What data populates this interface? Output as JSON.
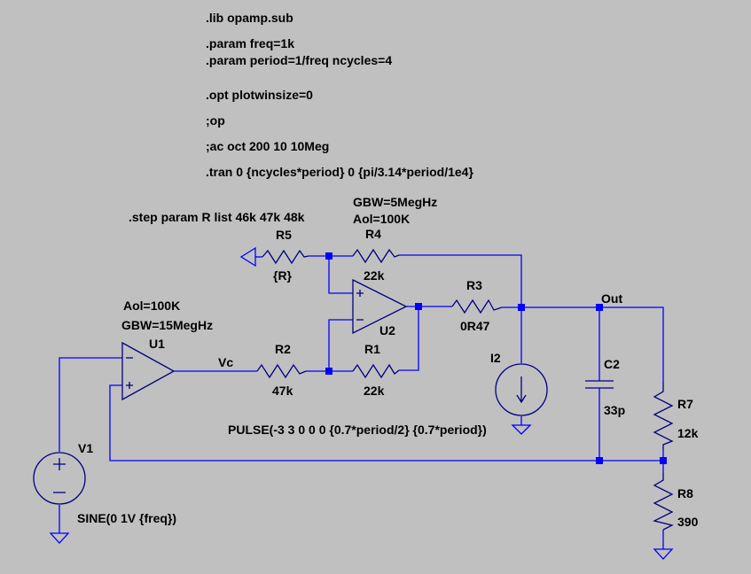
{
  "directives": {
    "lib": ".lib opamp.sub",
    "param_freq": ".param freq=1k",
    "param_period": ".param period=1/freq  ncycles=4",
    "opt": ".opt plotwinsize=0",
    "op": ";op",
    "ac": ";ac oct 200 10 10Meg",
    "tran": ".tran 0 {ncycles*period} 0 {pi/3.14*period/1e4}",
    "step": ".step param R list 46k 47k 48k"
  },
  "u1": {
    "name": "U1",
    "aol": "Aol=100K",
    "gbw": "GBW=15MegHz"
  },
  "u2": {
    "name": "U2",
    "gbw": "GBW=5MegHz",
    "aol": "Aol=100K"
  },
  "r5": {
    "name": "R5",
    "value": "{R}"
  },
  "r4": {
    "name": "R4",
    "value": "22k"
  },
  "r3": {
    "name": "R3",
    "value": "0R47"
  },
  "r2": {
    "name": "R2",
    "value": "47k"
  },
  "r1": {
    "name": "R1",
    "value": "22k"
  },
  "r7": {
    "name": "R7",
    "value": "12k"
  },
  "r8": {
    "name": "R8",
    "value": "390"
  },
  "c2": {
    "name": "C2",
    "value": "33p"
  },
  "i2": {
    "name": "I2",
    "value": "PULSE(-3 3 0 0 0 {0.7*period/2} {0.7*period})"
  },
  "v1": {
    "name": "V1",
    "value": "SINE(0 1V {freq})"
  },
  "nets": {
    "vc": "Vc",
    "out": "Out"
  }
}
